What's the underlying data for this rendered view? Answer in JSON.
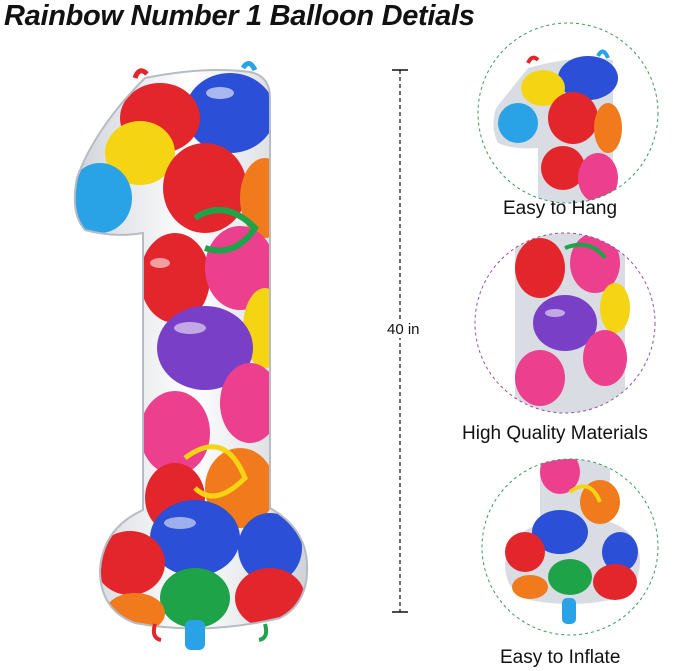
{
  "title": "Rainbow Number 1 Balloon Detials",
  "dimension_label": "40 in",
  "details": [
    {
      "caption": "Easy to Hang"
    },
    {
      "caption": "High Quality Materials"
    },
    {
      "caption": "Easy to Inflate"
    }
  ],
  "colors": {
    "red": "#e3262b",
    "blue": "#2b4fd6",
    "sky": "#29a3e6",
    "yellow": "#f5d414",
    "green": "#1fa349",
    "orange": "#f07a1c",
    "pink": "#ec3f8e",
    "purple": "#7a3fc7",
    "silver": "#d9dde3",
    "dash": "#9a4fa0"
  }
}
